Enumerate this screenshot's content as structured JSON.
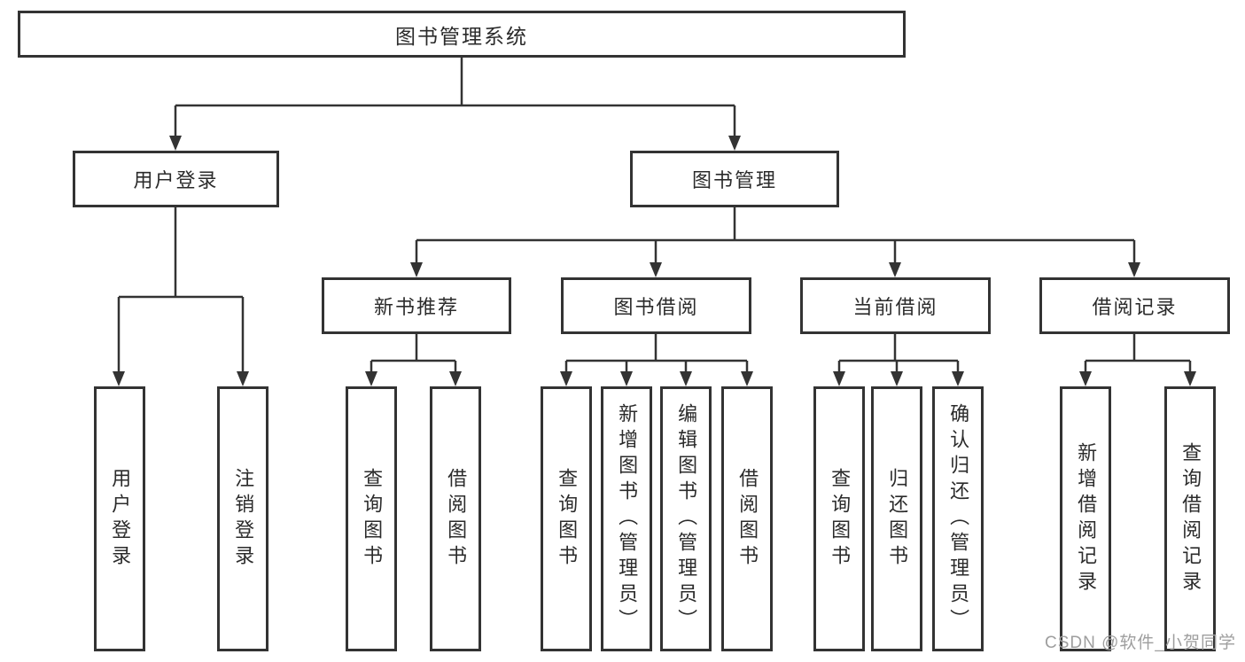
{
  "tree": {
    "label": "图书管理系统",
    "children": [
      {
        "label": "用户登录",
        "children": [
          {
            "label": "用户登录"
          },
          {
            "label": "注销登录"
          }
        ]
      },
      {
        "label": "图书管理",
        "children": [
          {
            "label": "新书推荐",
            "children": [
              {
                "label": "查询图书"
              },
              {
                "label": "借阅图书"
              }
            ]
          },
          {
            "label": "图书借阅",
            "children": [
              {
                "label": "查询图书"
              },
              {
                "label": "新增图书（管理员）"
              },
              {
                "label": "编辑图书（管理员）"
              },
              {
                "label": "借阅图书"
              }
            ]
          },
          {
            "label": "当前借阅",
            "children": [
              {
                "label": "查询图书"
              },
              {
                "label": "归还图书"
              },
              {
                "label": "确认归还（管理员）"
              }
            ]
          },
          {
            "label": "借阅记录",
            "children": [
              {
                "label": "新增借阅记录"
              },
              {
                "label": "查询借阅记录"
              }
            ]
          }
        ]
      }
    ]
  },
  "watermark": {
    "text": "CSDN @软件_小贺同学"
  },
  "colors": {
    "line": "#333333",
    "text": "#2b2b2b",
    "watermark": "#9e9e9e",
    "background": "#ffffff"
  }
}
